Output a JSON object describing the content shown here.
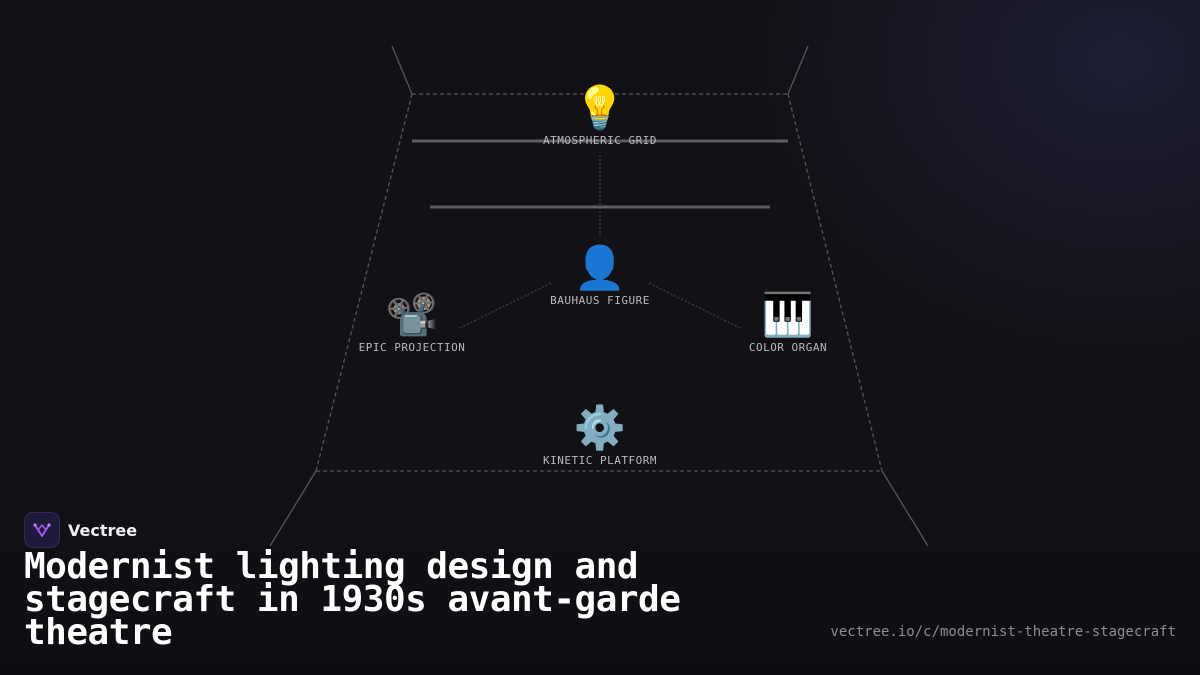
{
  "diagram": {
    "nodes": [
      {
        "id": "atmospheric-grid",
        "label": "ATMOSPHERIC GRID",
        "icon": "lightbulb-icon",
        "glyph": "💡"
      },
      {
        "id": "bauhaus-figure",
        "label": "BAUHAUS FIGURE",
        "icon": "person-icon",
        "glyph": "👤"
      },
      {
        "id": "epic-projection",
        "label": "EPIC PROJECTION",
        "icon": "film-projector-icon",
        "glyph": "📽️"
      },
      {
        "id": "color-organ",
        "label": "COLOR ORGAN",
        "icon": "piano-keys-icon",
        "glyph": "🎹"
      },
      {
        "id": "kinetic-platform",
        "label": "KINETIC PLATFORM",
        "icon": "gear-icon",
        "glyph": "⚙️"
      }
    ]
  },
  "brand": {
    "name": "Vectree",
    "logo_icon": "vectree-logo-icon",
    "accent": "#a855f7"
  },
  "headline": "Modernist lighting design and stagecraft in 1930s avant-garde theatre",
  "url": "vectree.io/c/modernist-theatre-stagecraft",
  "colors": {
    "background": "#111116",
    "lines": "#55555c",
    "label": "#b9b9c2"
  }
}
